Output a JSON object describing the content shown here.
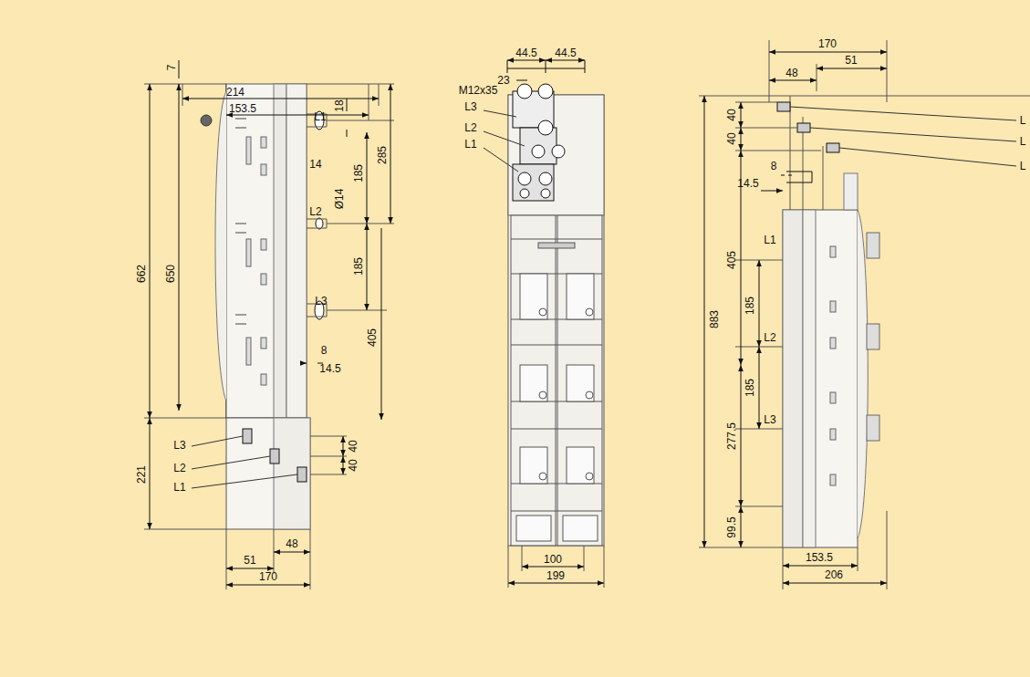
{
  "diagram": {
    "labels": [
      "214",
      "153.5",
      "7",
      "662",
      "650",
      "L1",
      "18",
      "14",
      "185",
      "285",
      "Ø14",
      "L2",
      "185",
      "L3",
      "405",
      "8",
      "14.5",
      "221",
      "L3",
      "L2",
      "L1",
      "40",
      "40",
      "48",
      "51",
      "170",
      "44.5",
      "44.5",
      "23",
      "M12x35",
      "L3",
      "L2",
      "L1",
      "100",
      "199",
      "170",
      "51",
      "48",
      "L",
      "L",
      "L",
      "40",
      "40",
      "8",
      "14.5",
      "405",
      "L1",
      "185",
      "L2",
      "883",
      "185",
      "277.5",
      "L3",
      "99.5",
      "153.5",
      "206"
    ]
  }
}
